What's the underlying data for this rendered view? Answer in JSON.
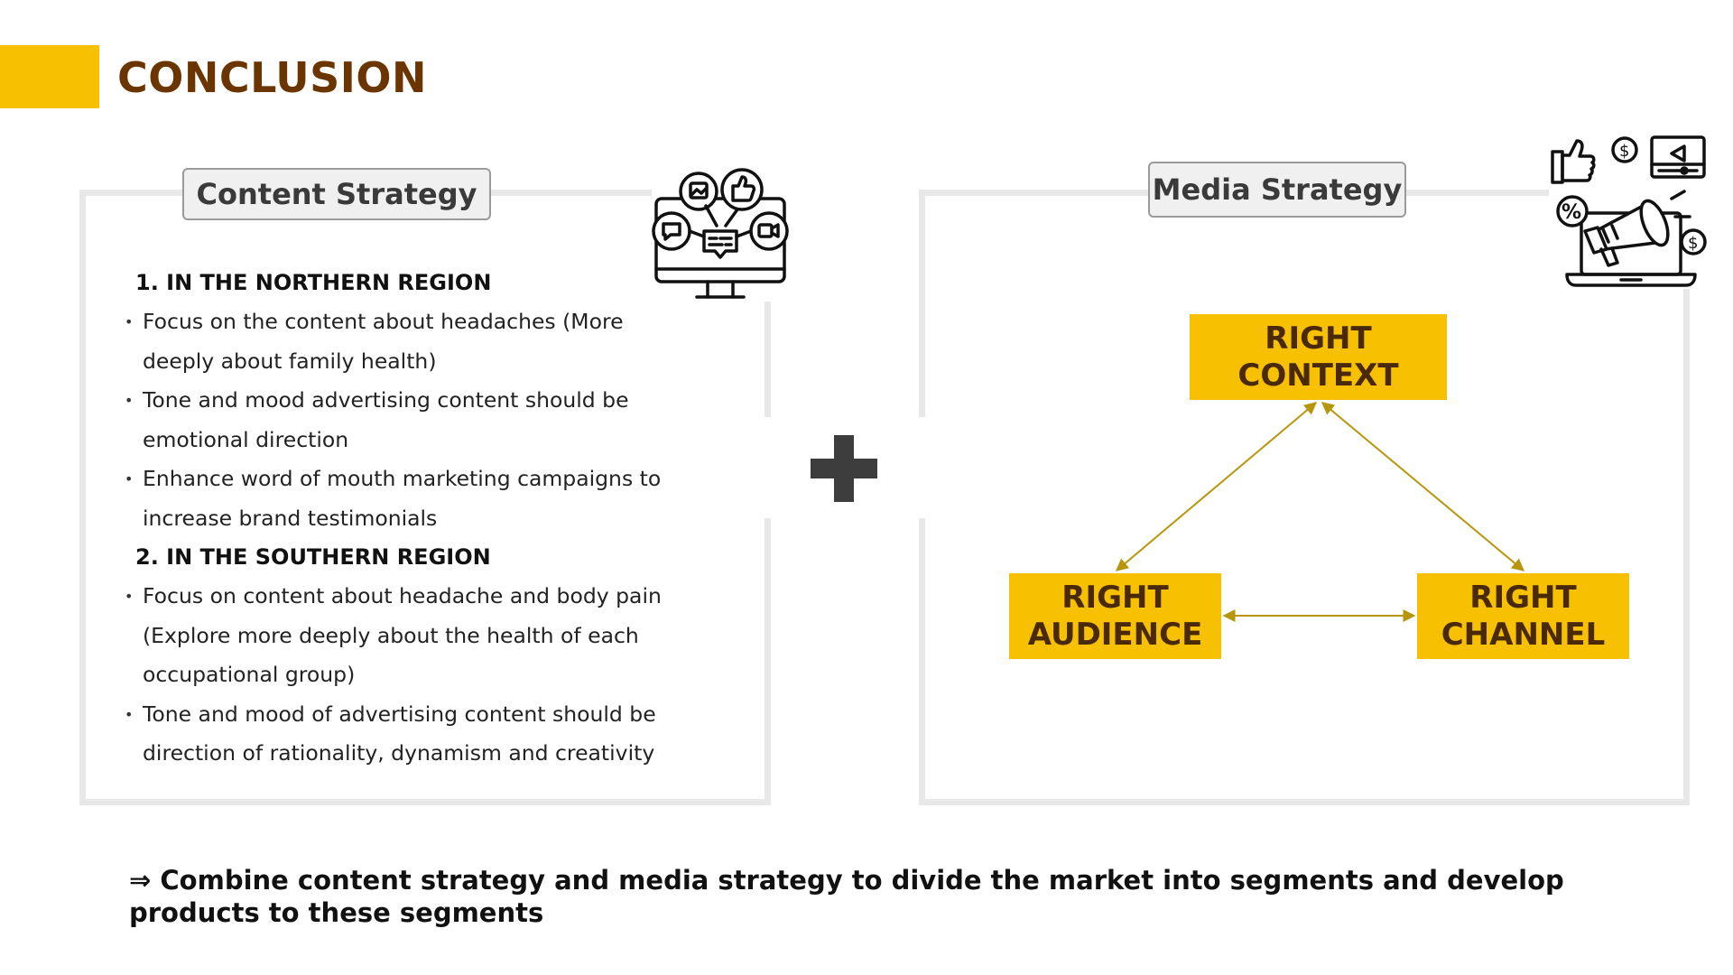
{
  "header": {
    "title": "CONCLUSION"
  },
  "content_strategy": {
    "label": "Content Strategy",
    "sections": [
      {
        "heading": "1. IN THE NORTHERN REGION",
        "bullets": [
          "Focus on the content about headaches (More deeply about family health)",
          "Tone and mood advertising content should be emotional direction",
          "Enhance word of mouth marketing campaigns to increase brand testimonials"
        ]
      },
      {
        "heading": "2. IN THE SOUTHERN REGION",
        "bullets": [
          "Focus on content about headache and body pain (Explore more deeply about the health of each occupational group)",
          "Tone and mood of advertising content should be direction of rationality, dynamism and creativity"
        ]
      }
    ]
  },
  "media_strategy": {
    "label": "Media Strategy",
    "boxes": {
      "context": {
        "line1": "RIGHT",
        "line2": "CONTEXT"
      },
      "audience": {
        "line1": "RIGHT",
        "line2": "AUDIENCE"
      },
      "channel": {
        "line1": "RIGHT",
        "line2": "CHANNEL"
      }
    }
  },
  "conclusion_text": "⇒ Combine content strategy and media strategy to divide the market into segments and develop products to these segments",
  "colors": {
    "accent": "#f7c000",
    "title": "#6b3500",
    "arrow": "#b8960c",
    "panel_border": "#e8e8e8"
  },
  "icons": {
    "content": "computer-social-media-icon",
    "media": "digital-marketing-megaphone-icon",
    "combine": "plus-icon"
  }
}
